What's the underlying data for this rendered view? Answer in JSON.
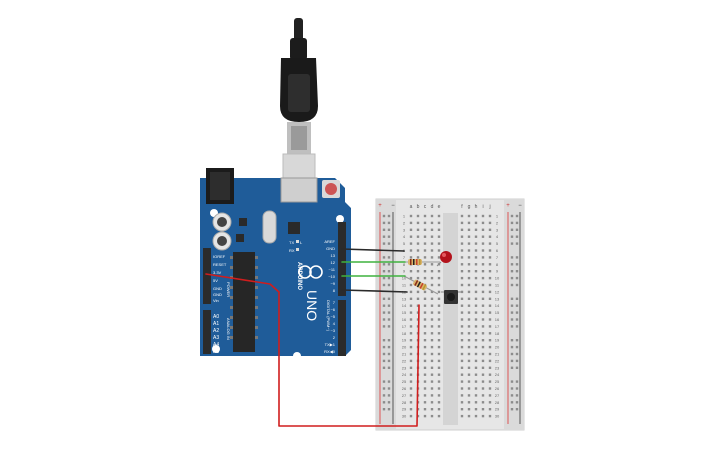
{
  "board": {
    "model": "UNO",
    "brand": "ARDUINO",
    "power_header": "POWER",
    "analog_header": "ANALOG IN",
    "digital_header": "DIGITAL (PWM~)",
    "ioref": "IOREF",
    "reset": "RESET",
    "v33": "3.3V",
    "v5": "5V",
    "gnd1": "GND",
    "gnd2": "GND",
    "vin": "Vin",
    "analog_pins": [
      "A0",
      "A1",
      "A2",
      "A3",
      "A4",
      "A5"
    ],
    "digital_top": [
      "AREF",
      "GND",
      "13",
      "12",
      "~11",
      "~10",
      "~9",
      "8"
    ],
    "digital_bottom": [
      "7",
      "~6",
      "~5",
      "4",
      "~3",
      "2",
      "TX▶1",
      "RX◀0"
    ],
    "tx": "TX",
    "rx": "RX",
    "l": "L",
    "colors": {
      "pcb": "#1f5c99",
      "pcb_dark": "#174a7e",
      "header": "#2b2b2b"
    }
  },
  "breadboard": {
    "column_letters_left": [
      "a",
      "b",
      "c",
      "d",
      "e"
    ],
    "column_letters_right": [
      "f",
      "g",
      "h",
      "i",
      "j"
    ],
    "rail_plus": "+",
    "rail_minus": "−",
    "row_numbers": [
      "1",
      "2",
      "3",
      "4",
      "5",
      "6",
      "7",
      "8",
      "9",
      "10",
      "11",
      "12",
      "13",
      "14",
      "15",
      "16",
      "17",
      "18",
      "19",
      "20",
      "21",
      "22",
      "23",
      "24",
      "25",
      "26",
      "27",
      "28",
      "29",
      "30"
    ]
  },
  "components": {
    "led": "red-led",
    "resistor_1": "resistor",
    "resistor_2": "resistor",
    "button": "pushbutton",
    "usb": "usb-b-cable"
  },
  "wire_colors": {
    "black": "#2a2a2a",
    "green": "#3fb23f",
    "red": "#d01d1d"
  }
}
